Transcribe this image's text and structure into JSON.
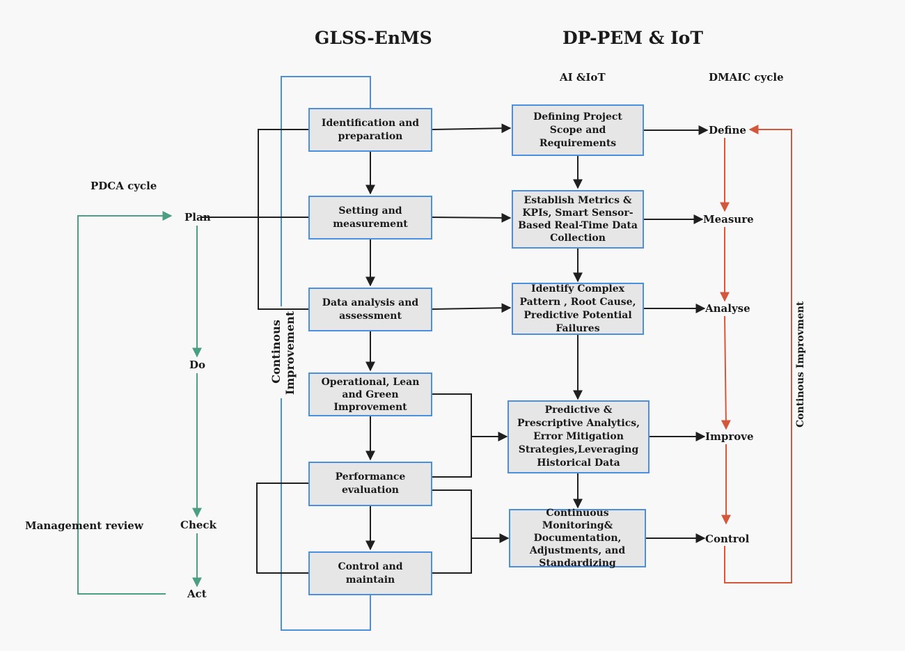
{
  "headers": {
    "left": "GLSS-EnMS",
    "right": "DP-PEM & IoT"
  },
  "subheaders": {
    "ai": "AI &IoT",
    "dmaic": "DMAIC cycle",
    "pdca": "PDCA cycle"
  },
  "glss_steps": [
    "Identification and preparation",
    "Setting and measurement",
    "Data analysis and assessment",
    "Operational, Lean and Green Improvement",
    "Performance evaluation",
    "Control and maintain"
  ],
  "dp_steps": [
    "Defining Project Scope and Requirements",
    "Establish Metrics & KPIs, Smart Sensor-Based Real-Time Data Collection",
    "Identify Complex Pattern , Root Cause, Predictive Potential Failures",
    "Predictive & Prescriptive Analytics, Error Mitigation Strategies,Leveraging Historical Data",
    "Continuous Monitoring& Documentation, Adjustments, and Standardizing"
  ],
  "dmaic": [
    "Define",
    "Measure",
    "Analyse",
    "Improve",
    "Control"
  ],
  "pdca": [
    "Plan",
    "Do",
    "Check",
    "Act"
  ],
  "management_review": "Management review",
  "continuous_left": [
    "Continous",
    "Improvement"
  ],
  "continuous_right": "Continous Improvment",
  "colors": {
    "box_border": "#4a8fe0",
    "box_fill": "#e6e6e6",
    "pdca": "#4a9e82",
    "dmaic": "#d4573b",
    "arrow": "#1f1f1f"
  }
}
